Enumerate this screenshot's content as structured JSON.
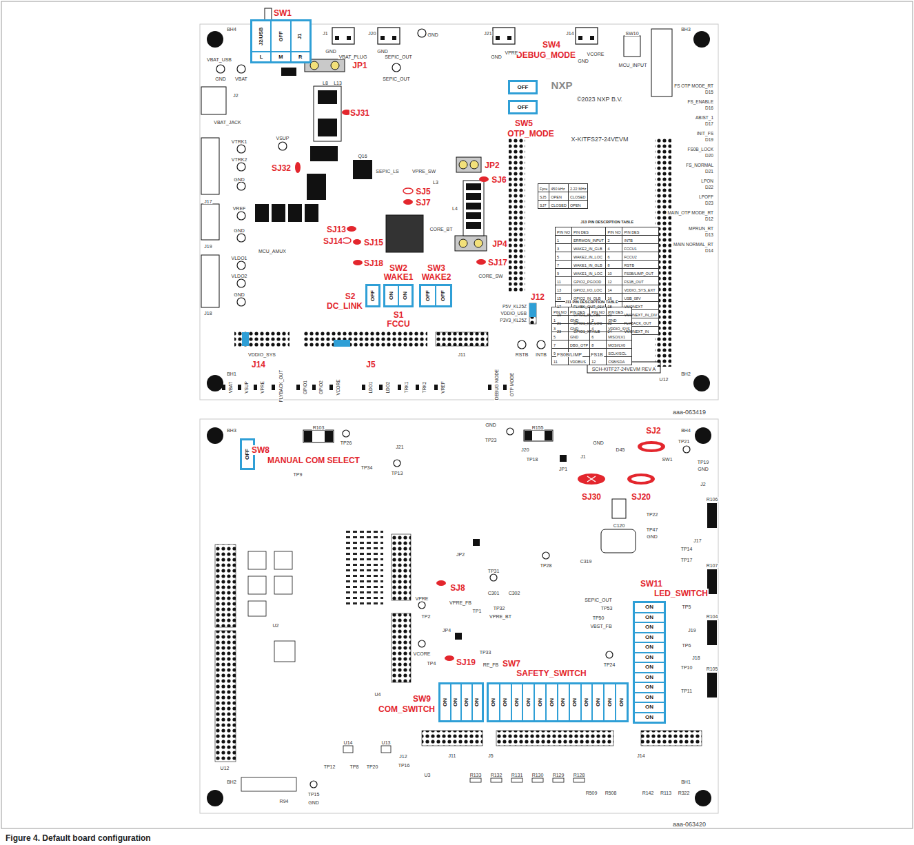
{
  "diagram": {
    "caption": "Figure 4. Default board configuration",
    "nodes": [
      {
        "text": [
          "J2/USB",
          "OFF",
          "J1",
          "L",
          "M",
          "R"
        ]
      },
      {
        "text": [
          "OFF"
        ]
      },
      {
        "text": [
          "OFF"
        ]
      },
      {
        "text": [
          "OFF"
        ]
      },
      {
        "text": [
          "ON",
          "ON"
        ]
      },
      {
        "text": [
          "OFF",
          "OFF"
        ]
      },
      {
        "text": [
          "Fpre",
          "450 kHz",
          "2.22 MHz",
          "SJ5",
          "OPEN",
          "CLOSED",
          "SJ7",
          "CLOSED",
          "OPEN"
        ]
      },
      {
        "text": [
          "J13 PIN DESCRPTION TABLE",
          "PIN NO",
          "PIN DES",
          "PIN NO",
          "PIN DES",
          "1",
          "ERRMON_INPUT",
          "2",
          "INTB",
          "3",
          "WAKE2_IN_GLB",
          "4",
          "FCCU1",
          "5",
          "WAKE2_IN_LOC",
          "6",
          "FCCU2",
          "7",
          "WAKE1_IN_GLB",
          "8",
          "RSTB",
          "9",
          "WAKE1_IN_LOC",
          "10",
          "FS0B/LIMP_OUT",
          "11",
          "GPIO2_PGOOD",
          "12",
          "FS1B_OUT",
          "13",
          "GPIO2_I/O_LOC",
          "14",
          "VDDIO_SYS_EXT",
          "15",
          "GPIO2_IN_GLB",
          "16",
          "USB_08V",
          "17",
          "FLYBK_OUT_01V",
          "18",
          "VMONEXT",
          "19",
          "GPIO1_IN_GBL",
          "20",
          "VMONEXT_IN_DIV",
          "21",
          "GPIO1_I/O_LOC",
          "22",
          "FLYBACK_OUT",
          "23",
          "GPIO1_XFAILB",
          "24",
          "VMONEXT_IN"
        ]
      },
      {
        "text": [
          "J11 PIN DESCRPTION TABLE",
          "PIN NO",
          "PIN DES",
          "PIN NO",
          "PIN DES",
          "1",
          "GND",
          "2",
          "GND",
          "3",
          "GND",
          "4",
          "VDDIO_SYS",
          "5",
          "GND",
          "6",
          "MISO/LV1",
          "7",
          "DBG_OTP",
          "8",
          "MOSI/LV0",
          "9",
          "GND",
          "10",
          "SCLK/SCL",
          "11",
          "VDDBUS",
          "12",
          "CSB/SDA"
        ]
      },
      {
        "text": [
          "OFF"
        ]
      },
      {
        "text": [
          "ON",
          "ON",
          "ON",
          "ON"
        ]
      },
      {
        "text": [
          "ON",
          "ON",
          "ON",
          "ON",
          "ON",
          "ON",
          "ON",
          "ON",
          "ON",
          "ON",
          "ON",
          "ON"
        ]
      },
      {
        "text": [
          "ON",
          "ON",
          "ON",
          "ON",
          "ON",
          "ON",
          "ON",
          "ON",
          "ON",
          "ON",
          "ON",
          "ON"
        ]
      }
    ],
    "labels": [
      "SW1",
      "JP1",
      "SJ31",
      "SJ32",
      "SW4",
      "DEBUG_MODE",
      "SW5",
      "OTP_MODE",
      "JP2",
      "SJ6",
      "SJ5",
      "SJ7",
      "SJ13",
      "SJ14",
      "SJ15",
      "SJ18",
      "JP4",
      "SJ17",
      "SW2",
      "WAKE1",
      "SW3",
      "WAKE2",
      "S1",
      "FCCU",
      "S2",
      "DC_LINK",
      "J12",
      "J14",
      "J5",
      "BH4",
      "BH3",
      "BH1",
      "BH2",
      "J1",
      "GND",
      "VBAT_PLUG",
      "J20",
      "GND",
      "SEPIC_OUT",
      "GND",
      "SEPIC_OUT",
      "J21",
      "GND",
      "VPRE",
      "J14",
      "GND",
      "VCORE",
      "SW10",
      "MCU_INPUT",
      "©2023 NXP B.V.",
      "NXP",
      "X-KITFS27-24VEVM",
      "VBAT_USB",
      "VBAT",
      "GND",
      "J2",
      "VBAT_JACK",
      "VSUP",
      "L8",
      "L13",
      "Q16",
      "SEPIC_LS",
      "VPRE_SW",
      "L3",
      "L4",
      "CORE_BT",
      "CORE_SW",
      "VTRK1",
      "VTRK2",
      "GND",
      "J17",
      "VREF",
      "GND",
      "J19",
      "VLDO1",
      "VLDO2",
      "GND",
      "J18",
      "MCU_AMUX",
      "U12",
      "SCH-KITF27-24VEVM REV A",
      "RSTB",
      "INTB",
      "FS0B/LIMP",
      "FS1B",
      "DEBUG MODE",
      "OTP MODE",
      "VBAT",
      "VSUP",
      "VPRE",
      "FLYBACK_OUT",
      "GPIO1",
      "GPIO2",
      "VCORE",
      "LDO1",
      "LDO2",
      "TRK1",
      "TRK2",
      "VREF",
      "FS OTP MODE_RT",
      "D15",
      "FS_ENABLE",
      "D16",
      "ABIST_1",
      "D17",
      "INIT_FS",
      "D19",
      "FS0B_LOCK",
      "D20",
      "FS_NORMAL",
      "D21",
      "LPON",
      "D22",
      "LPOFF",
      "D23",
      "MAIN_OTP MODE_RT",
      "D12",
      "MPRUN_RT",
      "D13",
      "MAIN NORMAL_RT",
      "D14",
      "P5V_KL25Z",
      "VDDIO_USB",
      "P3V3_KL25Z",
      "J11",
      "VDDIO_SYS",
      "SW8",
      "MANUAL COM SELECT",
      "SJ2",
      "SJ30",
      "SJ20",
      "SW11",
      "LED_SWITCH",
      "SJ8",
      "SJ19",
      "SW7",
      "SAFETY_SWITCH",
      "SW9",
      "COM_SWITCH",
      "BH3",
      "BH4",
      "BH2",
      "BH1",
      "R103",
      "TP26",
      "J21",
      "TP34",
      "TP9",
      "TP13",
      "GND",
      "TP23",
      "R155",
      "J20",
      "TP18",
      "GND",
      "J1",
      "D45",
      "SW1",
      "TP21",
      "TP19",
      "GND",
      "JP1",
      "J2",
      "C120",
      "TP22",
      "TP47",
      "GND",
      "C319",
      "R106",
      "J17",
      "TP14",
      "TP17",
      "R107",
      "TP5",
      "J19",
      "R104",
      "TP6",
      "J18",
      "TP10",
      "R105",
      "TP11",
      "JP2",
      "TP31",
      "TP28",
      "C301",
      "C302",
      "VPRE",
      "VPRE_FB",
      "TP1",
      "TP2",
      "TP32",
      "VPRE_BT",
      "SEPIC_OUT",
      "TP53",
      "TP50",
      "VBST_FB",
      "JP4",
      "TP33",
      "VCORE",
      "TP4",
      "RE_FB",
      "TP24",
      "U12",
      "R94",
      "TP15",
      "GND",
      "TP12",
      "TP8",
      "TP20",
      "TP16",
      "U2",
      "U4",
      "U3",
      "U14",
      "U13",
      "J12",
      "J11",
      "J5",
      "J14",
      "R133",
      "R132",
      "R131",
      "R130",
      "R129",
      "R128",
      "R509",
      "R508",
      "R142",
      "R113",
      "R322",
      "aaa-063419",
      "aaa-063420"
    ]
  }
}
